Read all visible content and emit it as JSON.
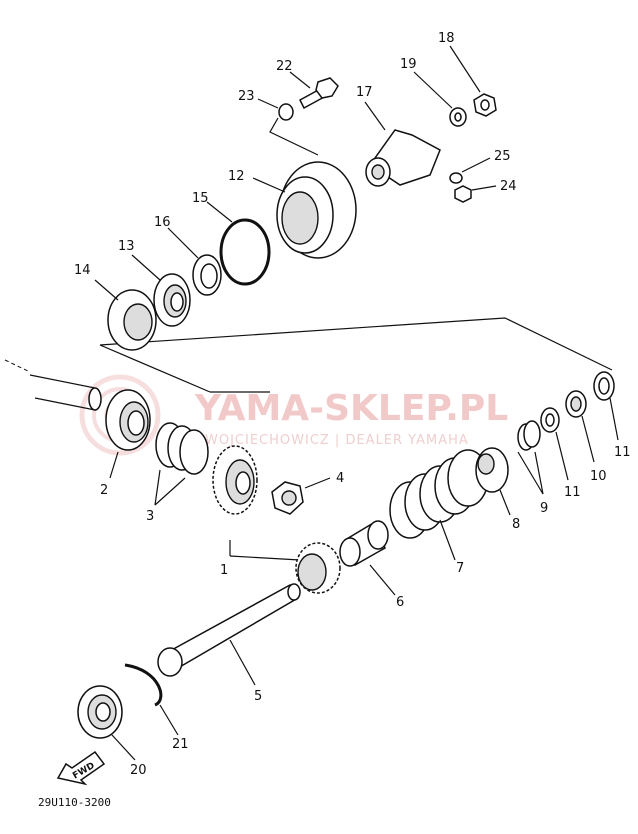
{
  "watermark": {
    "brand": "YAMA-SKLEP.PL",
    "subtitle": "WOJCIECHOWICZ | DEALER YAMAHA",
    "color": "#f0c4c4"
  },
  "diagram_code": "29U110-3200",
  "fwd_label": "FWD",
  "callouts": {
    "c1": "1",
    "c2": "2",
    "c3": "3",
    "c4": "4",
    "c5": "5",
    "c6": "6",
    "c7": "7",
    "c8": "8",
    "c9": "9",
    "c10": "10",
    "c11a": "11",
    "c11b": "11",
    "c12": "12",
    "c13": "13",
    "c14": "14",
    "c15": "15",
    "c16": "16",
    "c17": "17",
    "c18": "18",
    "c19": "19",
    "c20": "20",
    "c21": "21",
    "c22": "22",
    "c23": "23",
    "c24": "24",
    "c25": "25"
  }
}
